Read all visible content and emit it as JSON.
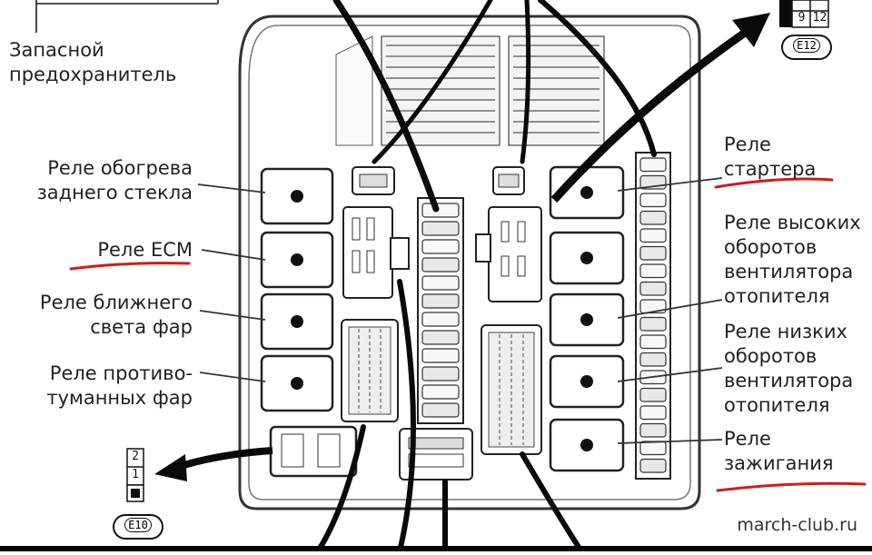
{
  "labels": {
    "spare_fuse": "Запасной\nпредохранитель",
    "rear_window_heat_relay": "Реле обогрева\nзаднего стекла",
    "ecm_relay": "Реле ECM",
    "low_beam_relay": "Реле ближнего\nсвета фар",
    "fog_relay": "Реле противо-\nтуманных фар",
    "starter_relay": "Реле\nстартера",
    "fan_high_relay": "Реле высоких\nоборотов\nвентилятора\nотопителя",
    "fan_low_relay": "Реле низких\nоборотов\nвентилятора\nотопителя",
    "ignition_relay": "Реле\nзажигания"
  },
  "connectors": {
    "e12_pins": [
      "9",
      "12"
    ],
    "e12_name": "E12",
    "e10_pins": [
      "2",
      "1"
    ],
    "e10_name": "E10"
  },
  "watermark": "march-club.ru",
  "colors": {
    "underline": "#d11a1a",
    "line": "#111111"
  }
}
